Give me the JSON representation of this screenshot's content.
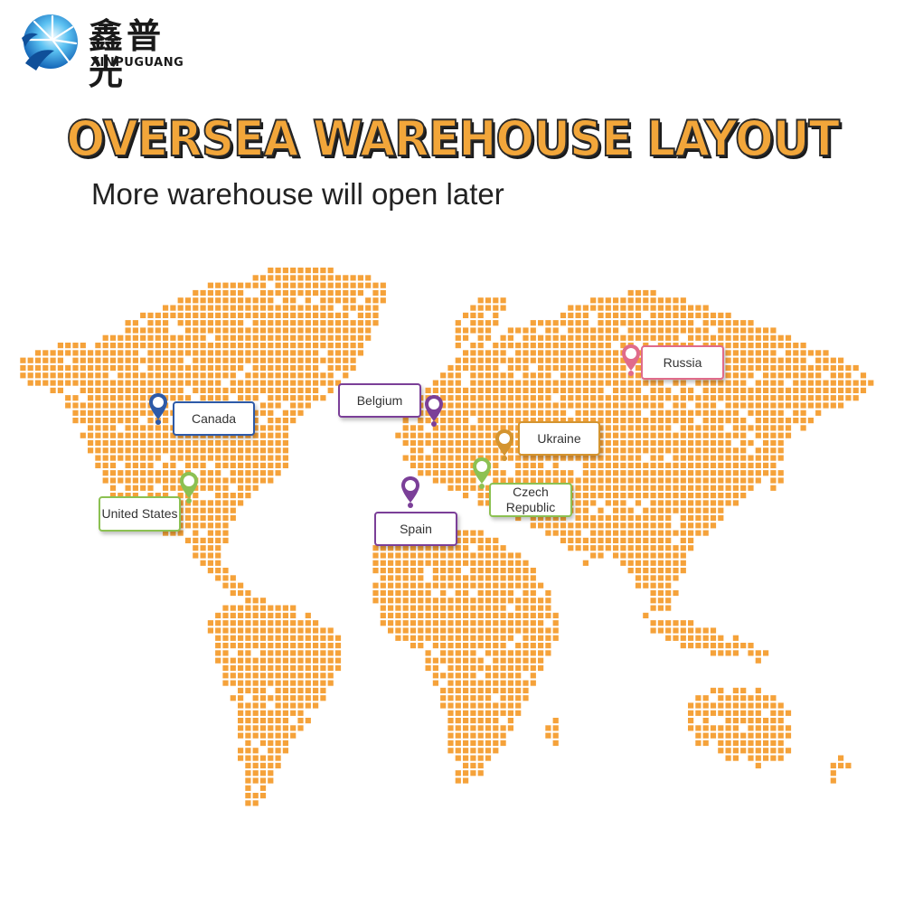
{
  "brand": {
    "name_cn": "鑫普光",
    "name_en": "XINPUGUANG",
    "colors": {
      "logo_blue": "#1c86d6",
      "logo_light": "#8fd3ff"
    }
  },
  "title": "OVERSEA WAREHOUSE LAYOUT",
  "subtitle": "More warehouse will open later",
  "colors": {
    "map_dot": "#f5a23a",
    "title_fill": "#f2a63a",
    "title_outline": "#2a2a2a"
  },
  "map": {
    "type": "dotted world map",
    "icon": "world-map-dots"
  },
  "locations": [
    {
      "key": "canada",
      "label": "Canada",
      "color": "#2d5aa8"
    },
    {
      "key": "united-states",
      "label": "United States",
      "color": "#8cc152"
    },
    {
      "key": "belgium",
      "label": "Belgium",
      "color": "#7b3f98"
    },
    {
      "key": "spain",
      "label": "Spain",
      "color": "#7b3f98"
    },
    {
      "key": "ukraine",
      "label": "Ukraine",
      "color": "#d4942f"
    },
    {
      "key": "czech",
      "label": "Czech\nRepublic",
      "color": "#8cc152"
    },
    {
      "key": "russia",
      "label": "Russia",
      "color": "#e06b8b"
    }
  ]
}
